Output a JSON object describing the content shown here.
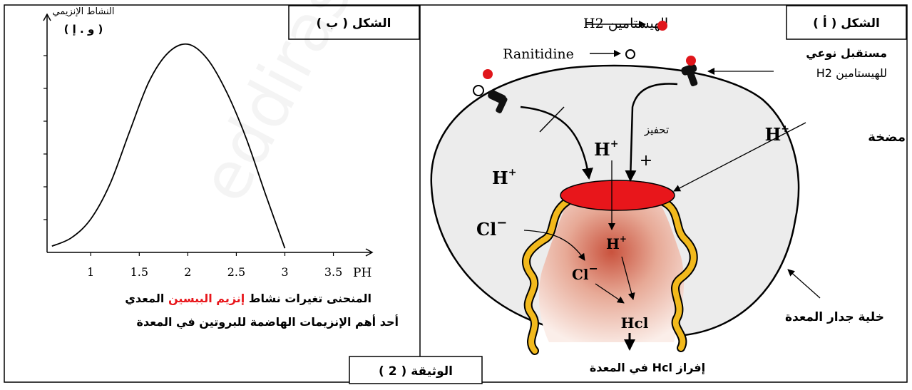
{
  "panel_b": {
    "label": "الشكل ( ب )",
    "y_axis_title": "النشاط الإنزيمي",
    "y_axis_unit": "( و . إ )",
    "caption_prefix": "المنحنى تغيرات نشاط ",
    "caption_highlight": "إنزيم الببسين",
    "caption_suffix": " المعدي",
    "caption_line2": "أحد أهم الإنزيمات الهاضمة للبروتين في المعدة"
  },
  "chart_data": {
    "type": "line",
    "xlabel": "PH",
    "ylabel": "النشاط الإنزيمي ( و . إ )",
    "x_ticks": [
      1,
      1.5,
      2,
      2.5,
      3,
      3.5
    ],
    "x_tick_labels": [
      "1",
      "1.5",
      "2",
      "2.5",
      "3",
      "3.5"
    ],
    "xlim": [
      0.55,
      3.9
    ],
    "ylim": [
      0,
      1
    ],
    "grid": false,
    "series": [
      {
        "x": [
          0.6,
          0.8,
          1.0,
          1.2,
          1.4,
          1.6,
          1.8,
          2.0,
          2.2,
          2.4,
          2.6,
          2.8,
          3.0
        ],
        "y": [
          0.03,
          0.07,
          0.16,
          0.33,
          0.58,
          0.82,
          0.96,
          1.0,
          0.93,
          0.77,
          0.55,
          0.28,
          0.02
        ]
      }
    ]
  },
  "panel_a": {
    "label": "الشكل ( أ )",
    "histamine_label": "الهيستامين H2",
    "ranitidine_label": "Ranitidine",
    "receptor_label_line1": "مستقبل نوعي",
    "receptor_label_line2": "للهيستامين H2",
    "stimulation_label": "تحفيز",
    "pump_label": "مضخة",
    "cell_label": "خلية جدار المعدة",
    "secretion_label": "إفراز Hcl في المعدة",
    "plus_sign": "+",
    "h_ion": "H",
    "h_charge": "+",
    "cl_ion": "Cl",
    "cl_charge": "−",
    "hcl": "Hcl"
  },
  "document_label": "الوثيقة ( 2 )",
  "watermark": "eddirasa-education.com",
  "colors": {
    "pump": "#e8161b",
    "histamine_dot": "#e0161b",
    "membrane_fill": "#f2b91c",
    "cell_fill": "#ececec",
    "highlight": "#ffd400",
    "highlight_text": "#e8161b"
  }
}
